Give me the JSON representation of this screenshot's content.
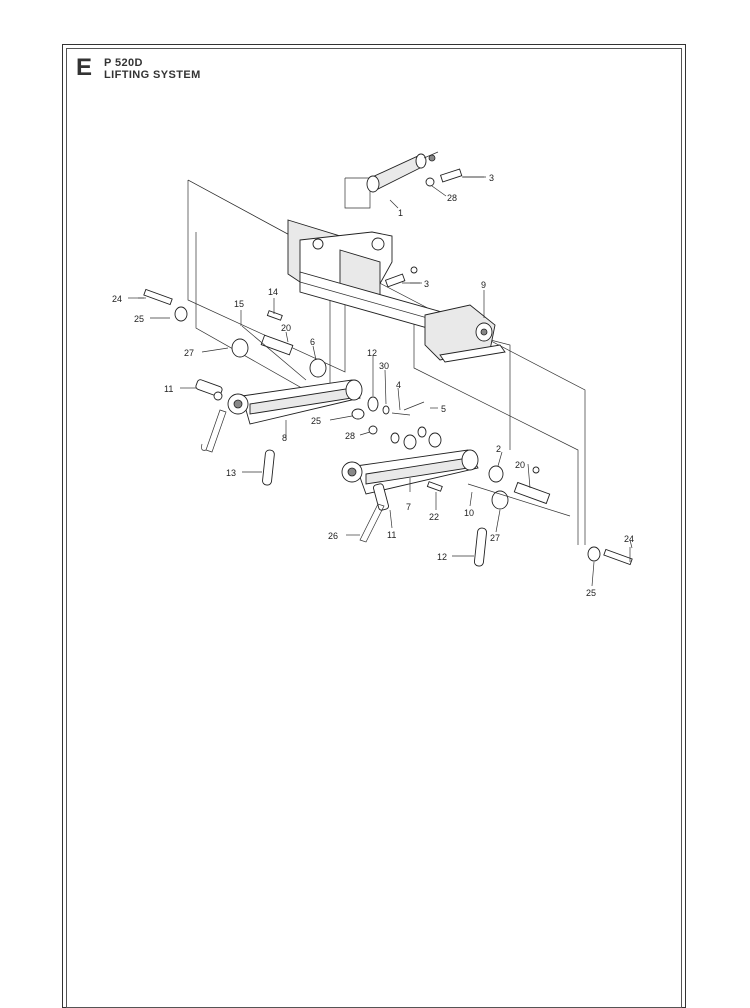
{
  "header": {
    "section_letter": "E",
    "model": "P 520D",
    "title": "LIFTING SYSTEM"
  },
  "callouts": [
    {
      "id": "c-3a",
      "text": "3"
    },
    {
      "id": "c-28a",
      "text": "28"
    },
    {
      "id": "c-1",
      "text": "1"
    },
    {
      "id": "c-3b",
      "text": "3"
    },
    {
      "id": "c-9",
      "text": "9"
    },
    {
      "id": "c-24a",
      "text": "24"
    },
    {
      "id": "c-25a",
      "text": "25"
    },
    {
      "id": "c-15",
      "text": "15"
    },
    {
      "id": "c-14",
      "text": "14"
    },
    {
      "id": "c-20a",
      "text": "20"
    },
    {
      "id": "c-6",
      "text": "6"
    },
    {
      "id": "c-27a",
      "text": "27"
    },
    {
      "id": "c-12a",
      "text": "12"
    },
    {
      "id": "c-30",
      "text": "30"
    },
    {
      "id": "c-4",
      "text": "4"
    },
    {
      "id": "c-5",
      "text": "5"
    },
    {
      "id": "c-11a",
      "text": "11"
    },
    {
      "id": "c-25b",
      "text": "25"
    },
    {
      "id": "c-8",
      "text": "8"
    },
    {
      "id": "c-28b",
      "text": "28"
    },
    {
      "id": "c-13",
      "text": "13"
    },
    {
      "id": "c-2",
      "text": "2"
    },
    {
      "id": "c-20b",
      "text": "20"
    },
    {
      "id": "c-7",
      "text": "7"
    },
    {
      "id": "c-22",
      "text": "22"
    },
    {
      "id": "c-10",
      "text": "10"
    },
    {
      "id": "c-26",
      "text": "26"
    },
    {
      "id": "c-11b",
      "text": "11"
    },
    {
      "id": "c-27b",
      "text": "27"
    },
    {
      "id": "c-12b",
      "text": "12"
    },
    {
      "id": "c-24b",
      "text": "24"
    },
    {
      "id": "c-25c",
      "text": "25"
    }
  ]
}
